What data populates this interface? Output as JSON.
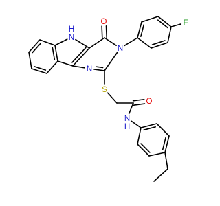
{
  "molecule": {
    "atoms": [
      {
        "id": "N_indole",
        "label": "N",
        "sub": "H",
        "sub_pos": "above",
        "color": "#1a1acc"
      },
      {
        "id": "O_keto",
        "label": "O",
        "color": "#e60000"
      },
      {
        "id": "N_ring",
        "label": "N",
        "color": "#1a1acc"
      },
      {
        "id": "N_pyr",
        "label": "N",
        "color": "#1a1acc"
      },
      {
        "id": "S",
        "label": "S",
        "color": "#b3a300"
      },
      {
        "id": "F",
        "label": "F",
        "color": "#1f9a1f"
      },
      {
        "id": "O_amide",
        "label": "O",
        "color": "#e60000"
      },
      {
        "id": "N_amide",
        "label": "N",
        "sub": "H",
        "sub_pos": "below",
        "color": "#1a1acc"
      }
    ]
  }
}
